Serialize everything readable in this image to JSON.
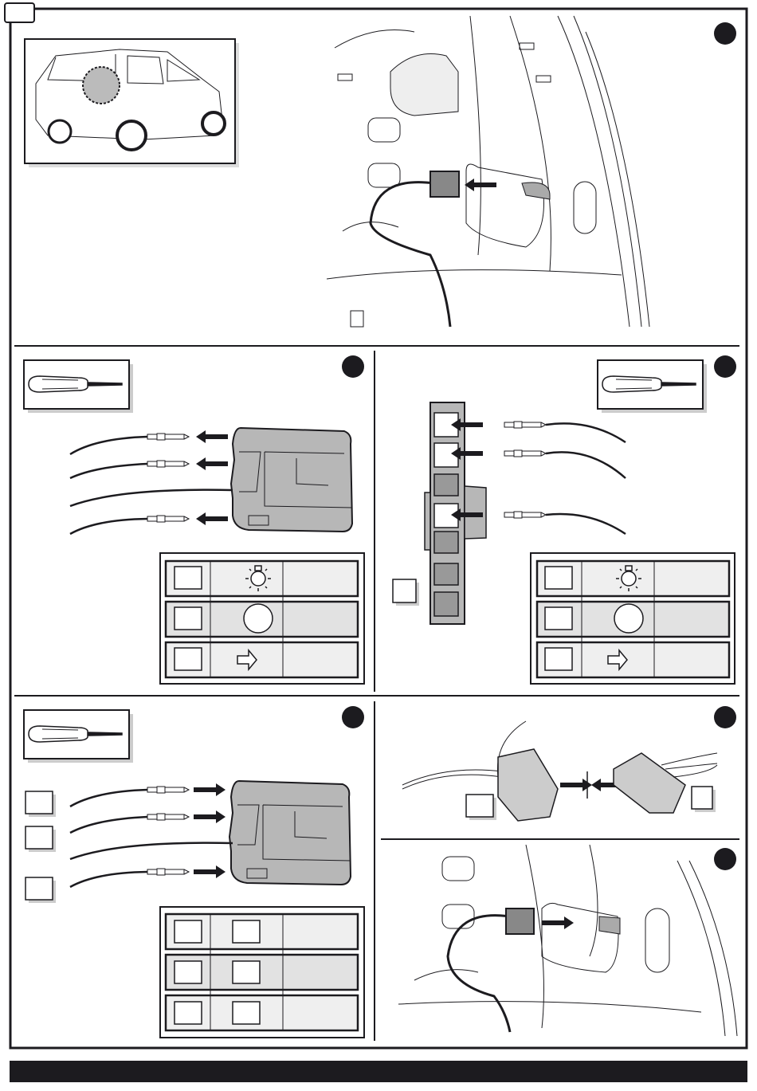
{
  "colors": {
    "line": "#1c1b1f",
    "panel_gray": "#b7b7b7",
    "row_light": "#efefef",
    "row_mid": "#e2e2e2",
    "footer_bar": "#1c1b1f"
  },
  "steps": [
    {
      "panel": "locate-connector",
      "icons": [
        "car-rear-view",
        "wiring-connector",
        "arrow-right"
      ]
    },
    {
      "panel": "release-pins",
      "icons": [
        "screwdriver-icon",
        "pin-terminal-icon",
        "arrow-left-icon"
      ]
    },
    {
      "panel": "insert-pins-socket",
      "icons": [
        "screwdriver-icon",
        "connector-strip",
        "arrow-left-icon"
      ]
    },
    {
      "panel": "insert-pins-connector",
      "icons": [
        "screwdriver-icon",
        "pin-terminal-icon",
        "arrow-right-icon"
      ]
    },
    {
      "panel": "mate-connectors",
      "icons": [
        "plug-icon",
        "socket-icon"
      ]
    },
    {
      "panel": "refit-connector",
      "icons": [
        "wiring-connector",
        "arrow-right-icon"
      ]
    }
  ],
  "legend_tables": [
    {
      "rows": [
        {
          "icon": "tail-light-bulb-icon"
        },
        {
          "icon": "circle-icon"
        },
        {
          "icon": "indicator-arrow-icon"
        }
      ]
    },
    {
      "rows": [
        {
          "icon": "tail-light-bulb-icon"
        },
        {
          "icon": "circle-icon"
        },
        {
          "icon": "indicator-arrow-icon"
        }
      ]
    },
    {
      "rows": [
        {
          "icon": "box"
        },
        {
          "icon": "box"
        },
        {
          "icon": "box"
        }
      ]
    }
  ]
}
